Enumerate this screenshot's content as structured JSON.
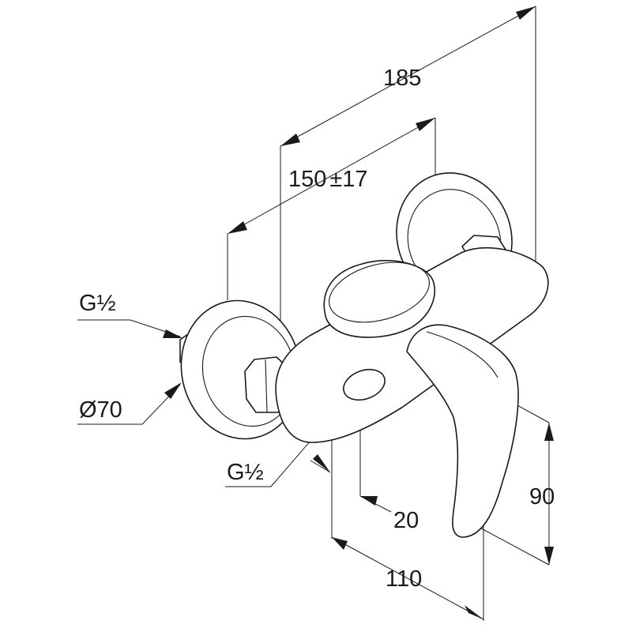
{
  "dimensions": {
    "overall_width": "185",
    "center_distance": "150",
    "center_tolerance": "±17",
    "top_connection_thread": "G½",
    "escutcheon_diameter": "Ø70",
    "bottom_outlet_thread": "G½",
    "outlet_offset": "20",
    "projection": "110",
    "lever_height": "90"
  },
  "colors": {
    "line": "#1a1a1a",
    "background": "#ffffff"
  }
}
